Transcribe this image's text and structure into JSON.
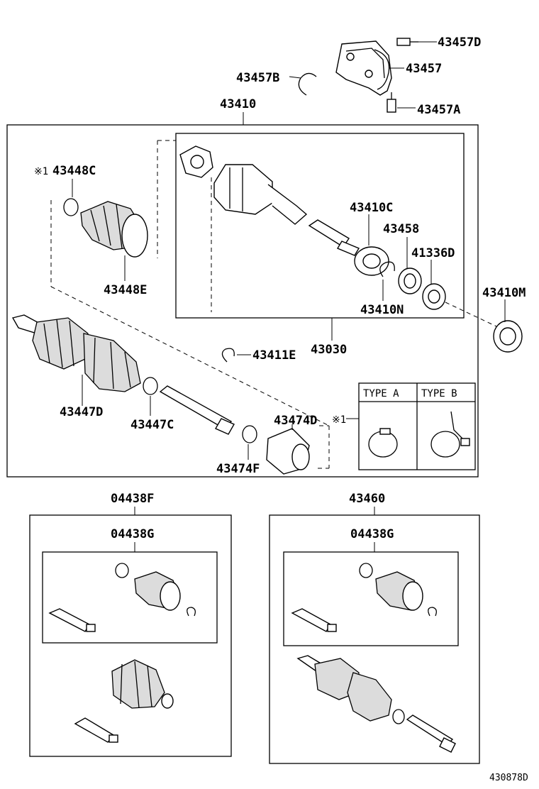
{
  "diagram": {
    "reference_code": "430878D",
    "labels": {
      "p43457D": "43457D",
      "p43457": "43457",
      "p43457B": "43457B",
      "p43457A": "43457A",
      "p43410": "43410",
      "p43448C": "43448C",
      "p43448C_mark": "※1",
      "p43448E": "43448E",
      "p43410C": "43410C",
      "p43458": "43458",
      "p41336D": "41336D",
      "p43410N": "43410N",
      "p43410M": "43410M",
      "p43030": "43030",
      "p43411E": "43411E",
      "p43447D": "43447D",
      "p43447C": "43447C",
      "p43474D": "43474D",
      "p43474F": "43474F",
      "type_mark": "※1",
      "type_a": "TYPE A",
      "type_b": "TYPE B",
      "p04438F": "04438F",
      "p04438G_left": "04438G",
      "p43460": "43460",
      "p04438G_right": "04438G"
    }
  }
}
